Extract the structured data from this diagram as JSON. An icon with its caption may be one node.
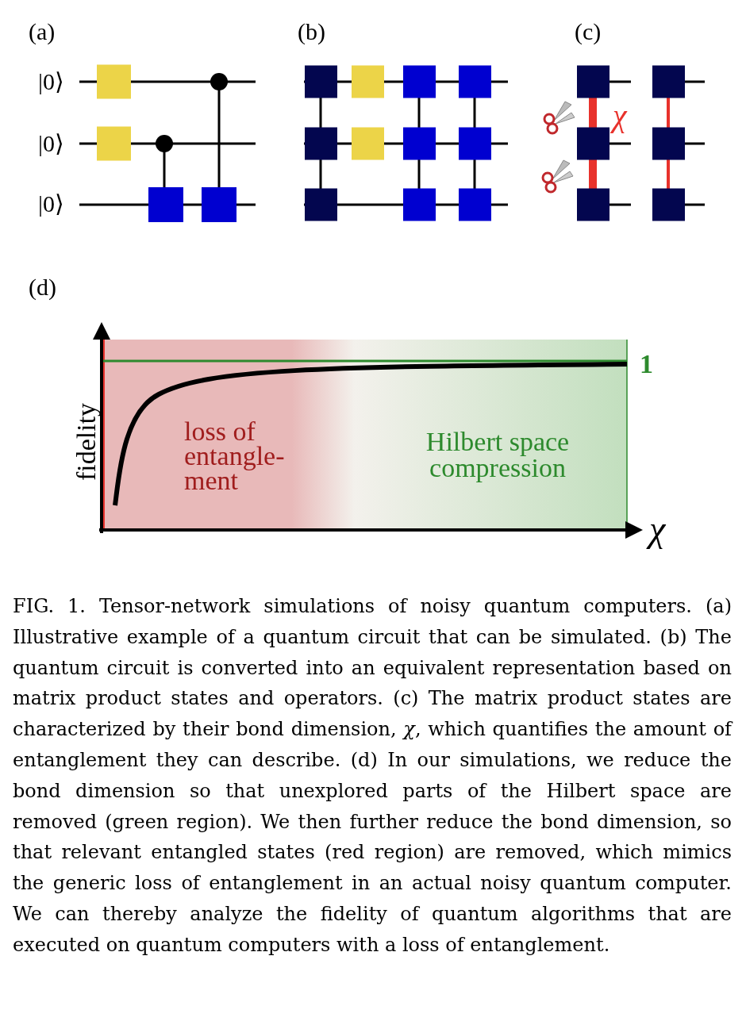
{
  "diagram": {
    "caption": "FIG. 1. Tensor-network simulations of noisy quantum computers. (a) Illustrative example of a quantum circuit that can be simulated. (b) The quantum circuit is converted into an equivalent representation based on matrix product states and operators. (c) The matrix product states are characterized by their bond dimension, *χ*, which quantifies the amount of entanglement they can describe. (d) In our simulations, we reduce the bond dimension so that unexplored parts of the Hilbert space are removed (green region). We then further reduce the bond dimension, so that relevant entangled states (red region) are removed, which mimics the generic loss of entanglement in an actual noisy quantum computer. We can thereby analyze the fidelity of quantum algorithms that are executed on quantum computers with a loss of entanglement.",
    "labels": [
      "(a)",
      "(b)",
      "(c)",
      "|0⟩",
      "χ",
      "|0⟩",
      "|0⟩",
      "(d)",
      "1",
      "fidelity",
      "loss of entangle- ment",
      "Hilbert space compression",
      "χ"
    ]
  }
}
